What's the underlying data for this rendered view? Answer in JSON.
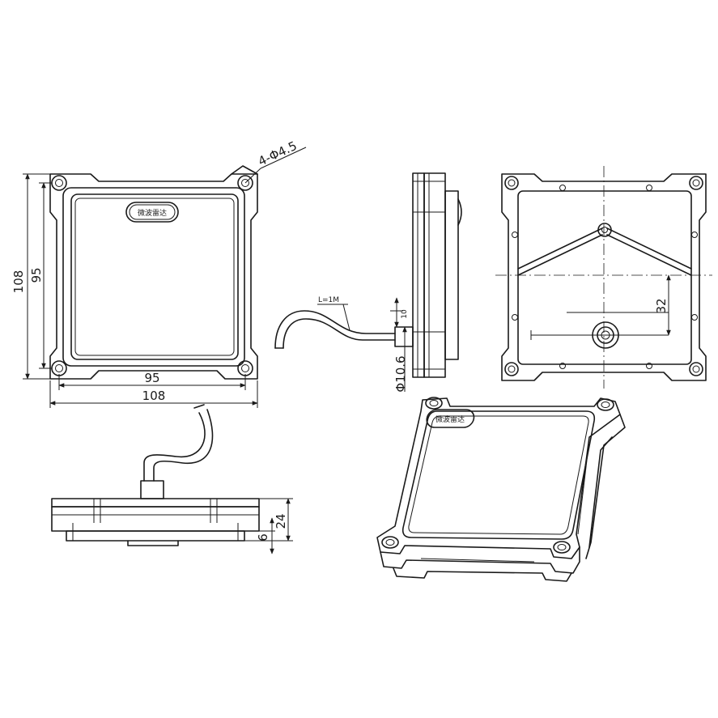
{
  "front_view": {
    "hole_note": "4-Φ4.5",
    "dim_outer_height": "108",
    "dim_inner_height": "95",
    "dim_inner_width": "95",
    "dim_outer_width": "108",
    "label": "微波雷达"
  },
  "side_view": {
    "cable_length": "L=1M",
    "dim_cable_diameter": "Φ10.6",
    "dim_gap": "10"
  },
  "rear_view": {
    "dim_offset": "32"
  },
  "bottom_view": {
    "dim_total_height": "24",
    "dim_base_height": "6"
  },
  "iso_view": {
    "label": "微波雷达"
  }
}
